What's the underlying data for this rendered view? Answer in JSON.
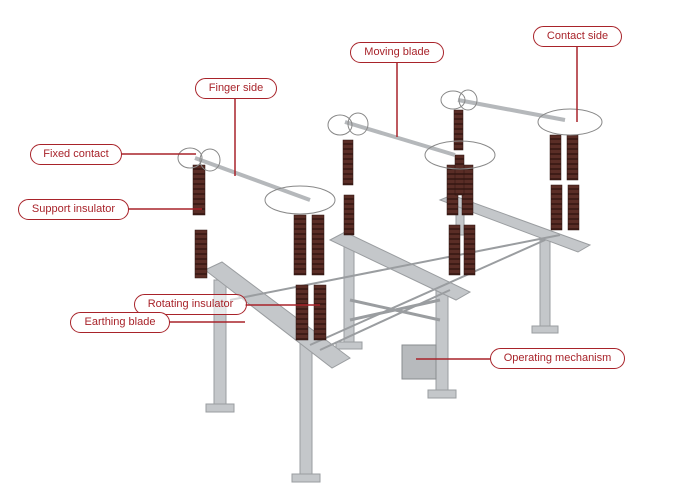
{
  "title": "Disconnector components",
  "accent_color": "#a8232a",
  "labels": {
    "finger_side": "Finger side",
    "moving_blade": "Moving blade",
    "contact_side": "Contact side",
    "fixed_contact": "Fixed contact",
    "support_insulator": "Support insulator",
    "rotating_insulator": "Rotating insulator",
    "earthing_blade": "Earthing blade",
    "operating_mechanism": "Operating mechanism"
  }
}
